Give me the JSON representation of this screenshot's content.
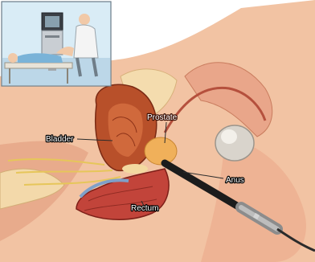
{
  "labels": {
    "prostate": "Prostate",
    "bladder": "Bladder",
    "anus": "Anus",
    "rectum": "Rectum"
  },
  "colors": {
    "skin": "#f2c3a3",
    "tissue": "#e9a68a",
    "bladder": "#b8502a",
    "prostate": "#f0b05a",
    "rectum": "#c2443a",
    "probe": "#2a2a2a",
    "inset_bg": "#d9ecf6"
  },
  "icons": {
    "inset": "ultrasound-exam-scene-icon",
    "probe": "transrectal-probe-icon"
  }
}
